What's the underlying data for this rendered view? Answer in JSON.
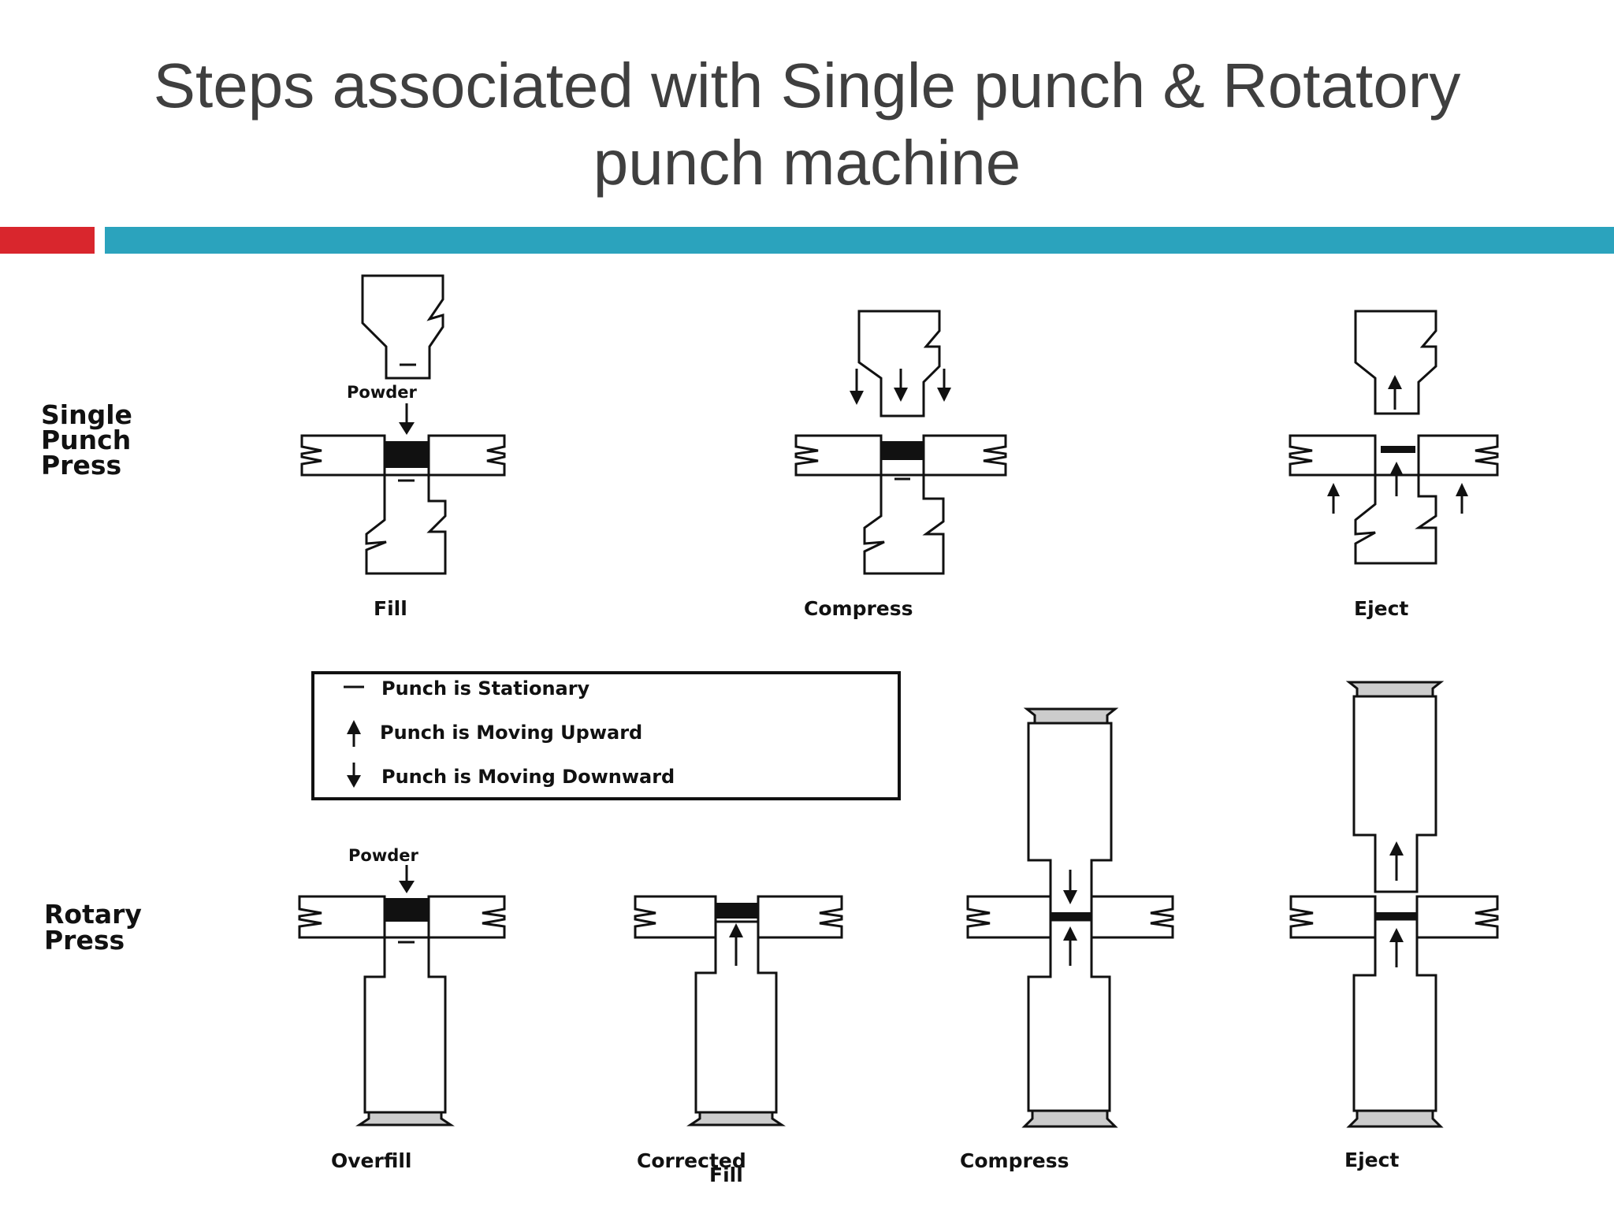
{
  "title": {
    "line1": "Steps associated with Single punch &  Rotatory",
    "line2": "punch machine"
  },
  "single_press": {
    "row_label": [
      "Single",
      "Punch",
      "Press"
    ],
    "powder_label": "Powder",
    "steps": [
      "Fill",
      "Compress",
      "Eject"
    ]
  },
  "legend": {
    "stationary": "Punch is Stationary",
    "upward": "Punch is Moving Upward",
    "downward": "Punch is Moving Downward"
  },
  "rotary_press": {
    "row_label": [
      "Rotary",
      "Press"
    ],
    "powder_label": "Powder",
    "steps": [
      "Overfill",
      "Corrected",
      "Fill",
      "Compress",
      "Eject"
    ]
  },
  "colors": {
    "accent_red": "#d9262d",
    "accent_blue": "#2ba3bd",
    "title_text": "#3f3f3f"
  }
}
